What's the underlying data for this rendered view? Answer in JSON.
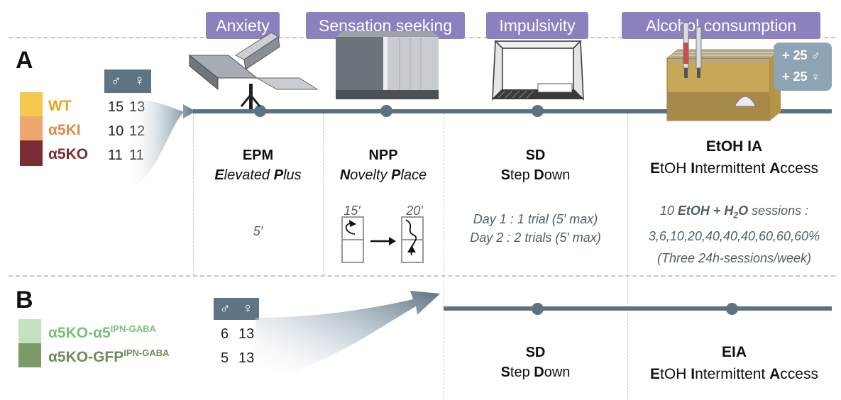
{
  "stages": [
    {
      "tag": "Anxiety"
    },
    {
      "tag": "Sensation seeking"
    },
    {
      "tag": "Impulsivity"
    },
    {
      "tag": "Alcohol consumption"
    }
  ],
  "panel_a": {
    "label": "A",
    "sex_header": {
      "male": "♂",
      "female": "♀"
    },
    "groups": [
      {
        "name": "WT",
        "male": "15",
        "female": "13",
        "color": "#f7c84e"
      },
      {
        "name": "α5KI",
        "male": "10",
        "female": "12",
        "color": "#eea76c"
      },
      {
        "name": "α5KO",
        "male": "11",
        "female": "11",
        "color": "#7b2c35"
      }
    ],
    "tests": {
      "epm": {
        "abbr": "EPM",
        "full_parts": [
          [
            "E",
            "levated "
          ],
          [
            "P",
            "lus"
          ]
        ],
        "duration": "5′"
      },
      "npp": {
        "abbr": "NPP",
        "full_parts": [
          [
            "N",
            "ovelty "
          ],
          [
            "P",
            "lace"
          ]
        ],
        "time1": "15′",
        "time2": "20′"
      },
      "sd": {
        "abbr": "SD",
        "full_parts": [
          [
            "S",
            "tep "
          ],
          [
            "D",
            "own"
          ]
        ],
        "line1": "Day 1 : 1 trial (5′ max)",
        "line2": "Day 2 : 2 trials (5′ max)"
      },
      "etoh": {
        "abbr": "EtOH IA",
        "full_parts": [
          [
            "E",
            "tOH "
          ],
          [
            "I",
            "ntermittent "
          ],
          [
            "A",
            "ccess"
          ]
        ],
        "sessions_pre": "10 ",
        "sessions_bold": "EtOH + H",
        "sessions_sub": "2",
        "sessions_bold2": "O",
        "sessions_post": " sessions :",
        "percentages": "3,6,10,20,40,40,40,60,60,60%",
        "schedule": "(Three 24h-sessions/week)"
      }
    },
    "extra": {
      "male": "+ 25 ♂",
      "female": "+ 25 ♀"
    }
  },
  "panel_b": {
    "label": "B",
    "sex_header": {
      "male": "♂",
      "female": "♀"
    },
    "groups": [
      {
        "name": "α5KO-α5",
        "sup": "IPN-GABA",
        "male": "6",
        "female": "13",
        "color": "#c3e2bf",
        "text_color": "#79c07e"
      },
      {
        "name": "α5KO-GFP",
        "sup": "IPN-GABA",
        "male": "5",
        "female": "13",
        "color": "#7b9a68",
        "text_color": "#6e8c5d"
      }
    ],
    "tests": {
      "sd": {
        "abbr": "SD",
        "full_parts": [
          [
            "S",
            "tep "
          ],
          [
            "D",
            "own"
          ]
        ]
      },
      "eia": {
        "abbr": "EIA",
        "full_parts": [
          [
            "E",
            "tOH "
          ],
          [
            "I",
            "ntermittent "
          ],
          [
            "A",
            "ccess"
          ]
        ]
      }
    }
  }
}
